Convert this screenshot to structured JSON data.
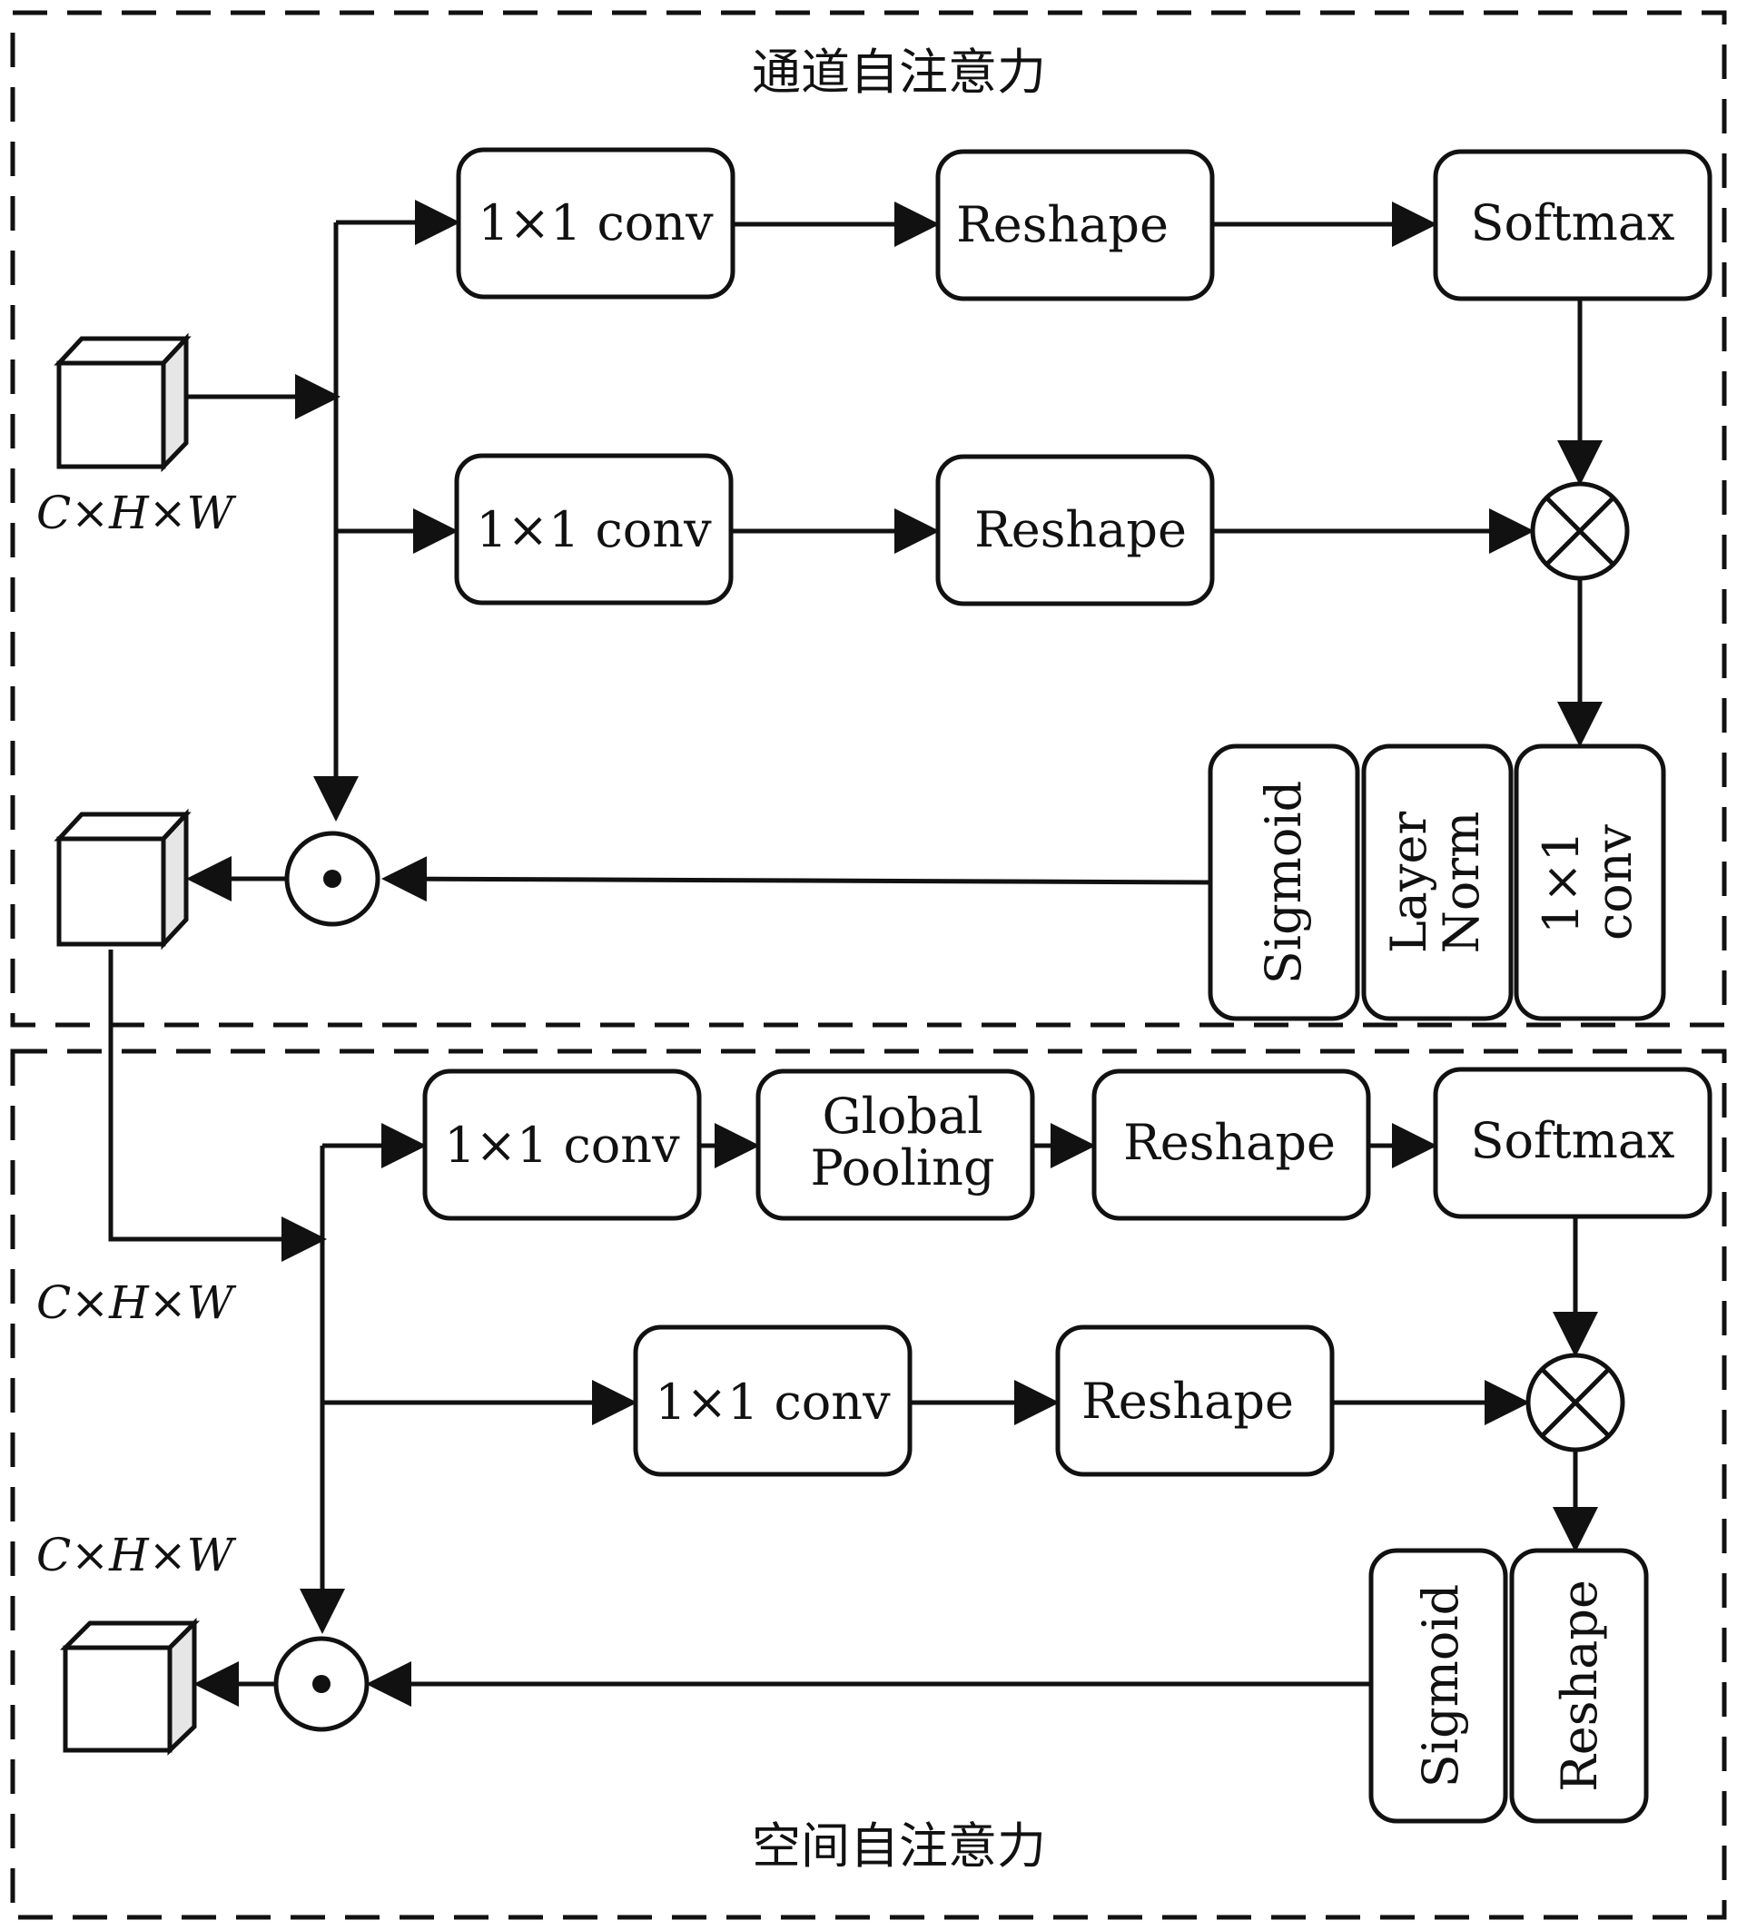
{
  "channel_section": {
    "title": "通道自注意力",
    "input_dims": "C×H×W",
    "branch_top": [
      "1×1 conv",
      "Reshape",
      "Softmax"
    ],
    "branch_mid": [
      "1×1 conv",
      "Reshape"
    ],
    "vertical_blocks": [
      "Sigmoid",
      [
        "Layer",
        "Norm"
      ],
      [
        "1×1",
        "conv"
      ]
    ]
  },
  "spatial_section": {
    "title": "空间自注意力",
    "input_dims": "C×H×W",
    "output_dims": "C×H×W",
    "branch_top": [
      "1×1 conv",
      [
        "Global",
        "Pooling"
      ],
      "Reshape",
      "Softmax"
    ],
    "branch_mid": [
      "1×1 conv",
      "Reshape"
    ],
    "vertical_blocks": [
      "Sigmoid",
      "Reshape"
    ]
  },
  "symbols": {
    "matmul": "otimes",
    "elementwise": "odot"
  },
  "colors": {
    "stroke": "#111111",
    "cube_side": "#e6e6e6",
    "background": "#ffffff"
  }
}
